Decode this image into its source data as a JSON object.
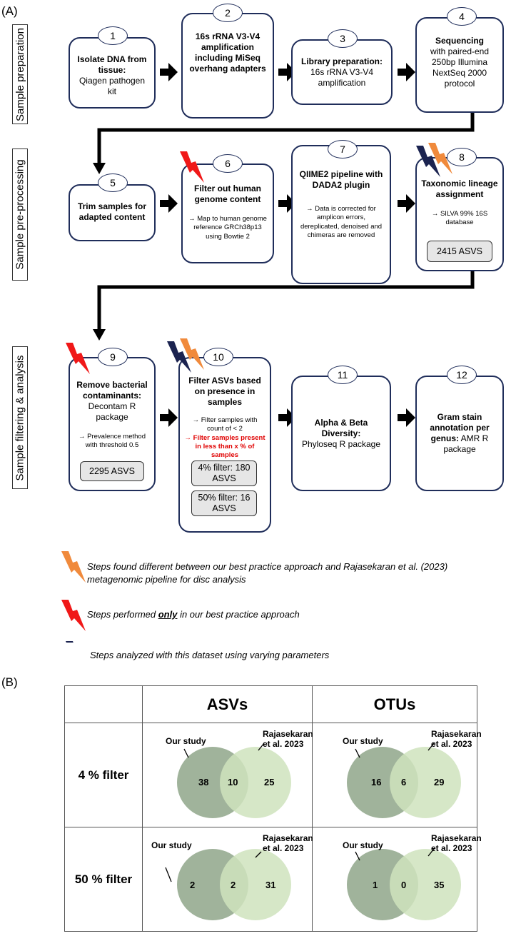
{
  "panel_a_label": "(A)",
  "panel_b_label": "(B)",
  "sections": {
    "prep": "Sample preparation",
    "preproc": "Sample pre-processing",
    "filter": "Sample filtering & analysis"
  },
  "steps": {
    "s1": {
      "num": "1",
      "bold": "Isolate DNA from tissue:",
      "text": "Qiagen pathogen kit"
    },
    "s2": {
      "num": "2",
      "bold": "16s rRNA V3-V4 amplification including MiSeq overhang adapters"
    },
    "s3": {
      "num": "3",
      "bold": "Library preparation:",
      "text": "16s rRNA V3-V4 amplification"
    },
    "s4": {
      "num": "4",
      "bold": "Sequencing",
      "text": "with paired-end 250bp Illumina NextSeq 2000 protocol"
    },
    "s5": {
      "num": "5",
      "bold": "Trim samples for adapted content"
    },
    "s6": {
      "num": "6",
      "bold": "Filter out human genome content",
      "note": "→ Map to human genome reference GRCh38p13 using Bowtie 2"
    },
    "s7": {
      "num": "7",
      "bold": "QIIME2 pipeline with DADA2 plugin",
      "note": "→ Data is corrected for amplicon errors, dereplicated, denoised and chimeras are removed"
    },
    "s8": {
      "num": "8",
      "bold": "Taxonomic lineage assignment",
      "note": "→ SILVA 99% 16S database",
      "box": "2415 ASVS"
    },
    "s9": {
      "num": "9",
      "bold": "Remove bacterial contaminants:",
      "text": "Decontam R package",
      "note": "→ Prevalence method with threshold 0.5",
      "box": "2295 ASVS"
    },
    "s10": {
      "num": "10",
      "bold": "Filter ASVs based on presence in samples",
      "note": "→ Filter samples with count of < 2",
      "red_note": "→ Filter samples present in less than x % of samples",
      "box1": "4% filter: 180 ASVS",
      "box2": "50% filter: 16 ASVS"
    },
    "s11": {
      "num": "11",
      "bold": "Alpha & Beta Diversity:",
      "text": "Phyloseq R package"
    },
    "s12": {
      "num": "12",
      "bold": "Gram stain annotation per genus:",
      "text": "AMR R package"
    }
  },
  "legend": {
    "orange": "Steps found different between our best practice approach and Rajasekaran et al. (2023) metagenomic pipeline for disc analysis",
    "red_pre": "Steps performed ",
    "red_only": "only",
    "red_post": " in our best practice approach",
    "navy": "Steps analyzed with this dataset using varying parameters"
  },
  "colors": {
    "orange": "#f08a3c",
    "red": "#f01818",
    "navy": "#1b2350",
    "box_border": "#1f2d5a",
    "venn_left": "#8fa68a",
    "venn_right": "#cfe3bd",
    "venn_overlap": "#7a9670"
  },
  "table": {
    "col1": "ASVs",
    "col2": "OTUs",
    "row1": "4 % filter",
    "row2": "50 % filter",
    "left_label": "Our study",
    "right_label": "Rajasekaran et al. 2023",
    "asv_4": {
      "left": "38",
      "overlap": "10",
      "right": "25"
    },
    "otu_4": {
      "left": "16",
      "overlap": "6",
      "right": "29"
    },
    "asv_50": {
      "left": "2",
      "overlap": "2",
      "right": "31"
    },
    "otu_50": {
      "left": "1",
      "overlap": "0",
      "right": "35"
    }
  }
}
